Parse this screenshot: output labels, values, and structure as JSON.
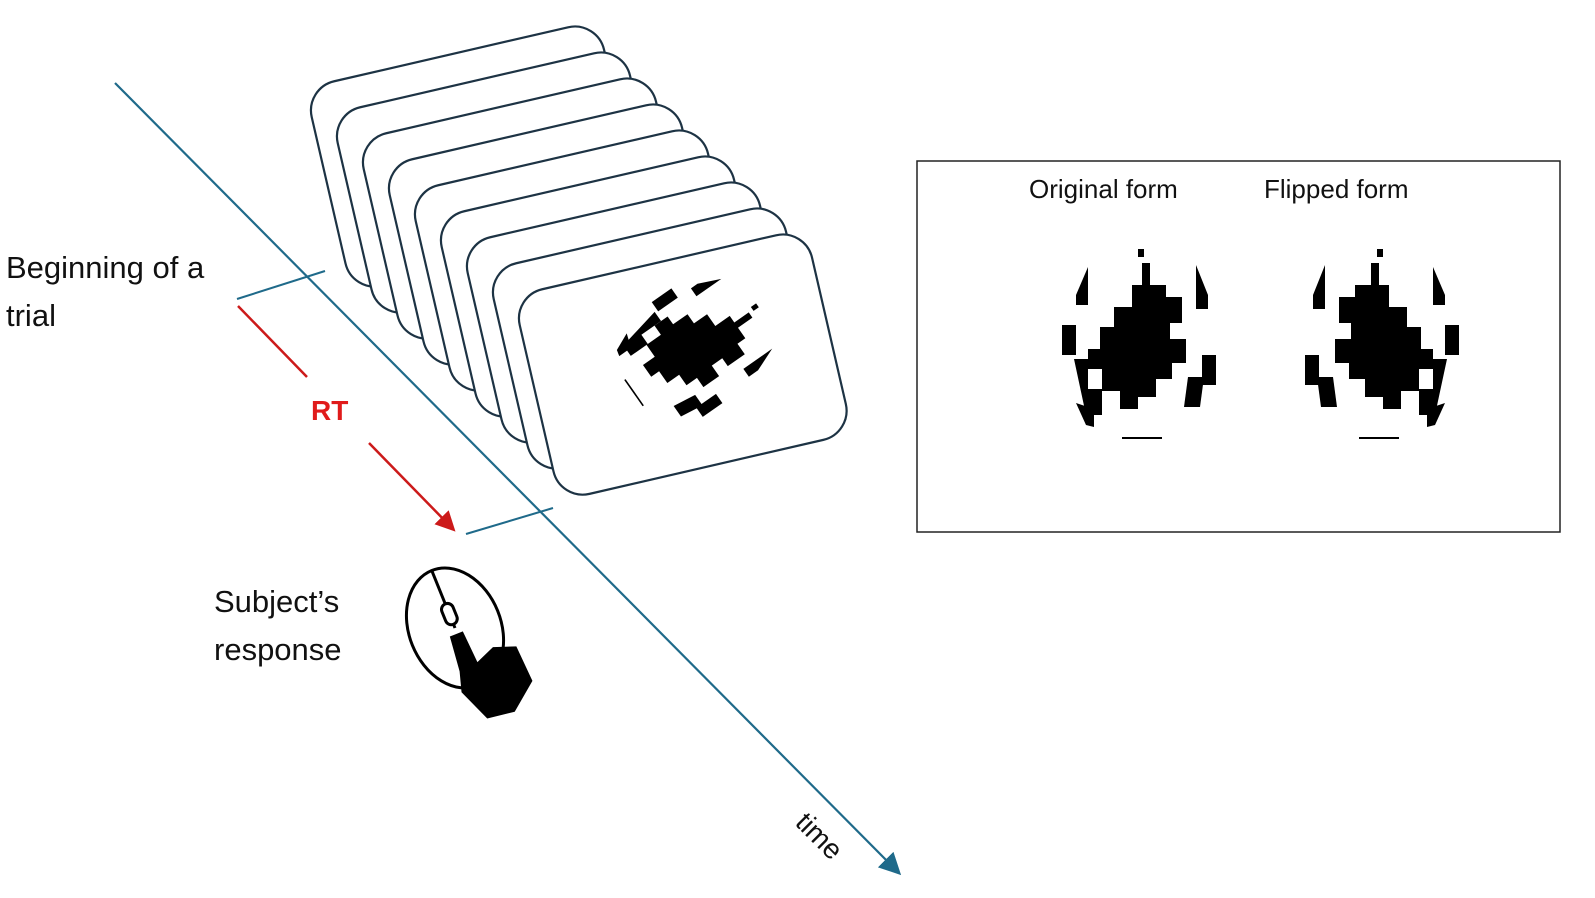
{
  "labels": {
    "trial_start_line1": "Beginning of a",
    "trial_start_line2": "trial",
    "rt": "RT",
    "response_line1": "Subject’s",
    "response_line2": "response",
    "time": "time",
    "original_form": "Original form",
    "flipped_form": "Flipped form"
  },
  "colors": {
    "timeline": "#1f6a8a",
    "rt_arrow": "#cc1a1a",
    "card_stroke": "#1d3344",
    "ink": "#000000"
  },
  "icons": {
    "response_device": "mouse-click-icon"
  },
  "cards": {
    "count": 9
  }
}
